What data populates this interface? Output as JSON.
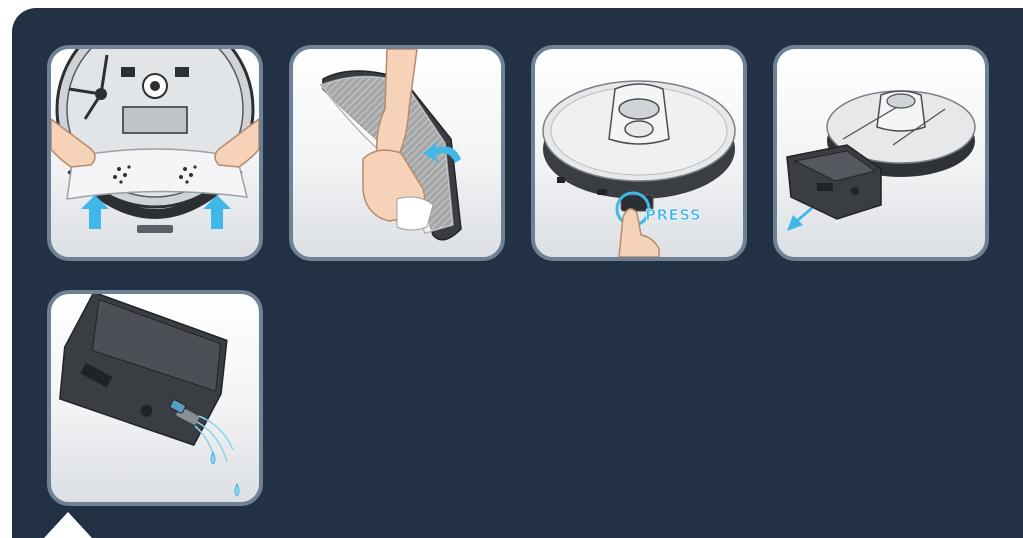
{
  "steps": [
    {
      "id": "step-1",
      "description_name": "pull-mop-off-robot-bottom"
    },
    {
      "id": "step-2",
      "description_name": "remove-mop-cloth-from-tank"
    },
    {
      "id": "step-3",
      "description_name": "press-tank-release"
    },
    {
      "id": "step-4",
      "description_name": "slide-out-water-tank"
    },
    {
      "id": "step-5",
      "description_name": "drain-water-tank"
    }
  ],
  "step3": {
    "press_label": "PRESS"
  },
  "colors": {
    "panel_background": "#223143",
    "card_border": "#6f8194",
    "arrow_accent": "#3fb7e8",
    "device_dark": "#3a3d42",
    "device_light": "#e6e8ea"
  },
  "icons": [
    "up-arrow-icon",
    "curved-arrow-icon",
    "pull-arrow-icon",
    "water-drop-icon",
    "highlight-circle-icon"
  ]
}
